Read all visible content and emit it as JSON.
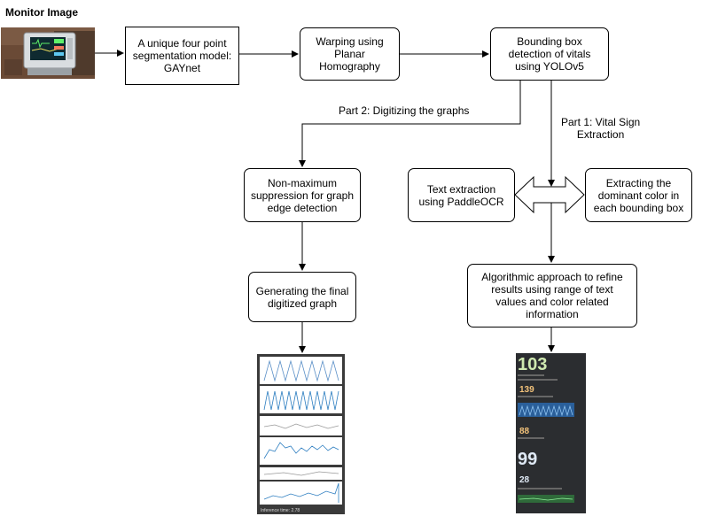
{
  "title": "Monitor Image",
  "boxes": {
    "gaynet": "A unique four point\nsegmentation model:\nGAYnet",
    "warping": "Warping using\nPlanar\nHomography",
    "yolo": "Bounding box\ndetection of vitals\nusing YOLOv5",
    "nms": "Non-maximum\nsuppression for graph\nedge detection",
    "final_graph": "Generating the final\ndigitized graph",
    "ocr": "Text extraction\nusing PaddleOCR",
    "color": "Extracting the\ndominant color in\neach bounding box",
    "algo": "Algorithmic approach to refine\nresults using range of text\nvalues and color related\ninformation"
  },
  "labels": {
    "part2": "Part 2: Digitizing the graphs",
    "part1": "Part 1: Vital Sign\nExtraction"
  },
  "vitals_output": {
    "values": [
      "103",
      "139",
      "88",
      "99",
      "28"
    ],
    "colors": [
      "#cfe9b0",
      "#f2c27a",
      "#f2c27a",
      "#dfe9f5",
      "#dfe9f5"
    ]
  },
  "graph_output": {
    "footer": "Inference time: 2.78"
  }
}
